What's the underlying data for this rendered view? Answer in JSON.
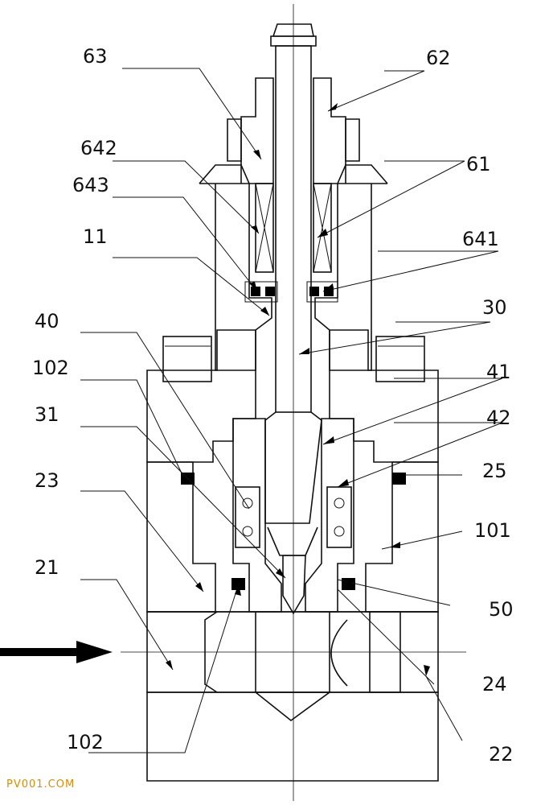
{
  "labels": {
    "l63": "63",
    "l62": "62",
    "l642": "642",
    "l61": "61",
    "l643": "643",
    "l11": "11",
    "l641": "641",
    "l40": "40",
    "l30": "30",
    "l102a": "102",
    "l41": "41",
    "l31": "31",
    "l42": "42",
    "l23": "23",
    "l25": "25",
    "l101": "101",
    "l21": "21",
    "l50": "50",
    "l24": "24",
    "l102b": "102",
    "l22": "22"
  },
  "watermark": "PV001.COM",
  "colors": {
    "line": "#111111",
    "seal": "#000000",
    "watermark": "#e08a00"
  }
}
